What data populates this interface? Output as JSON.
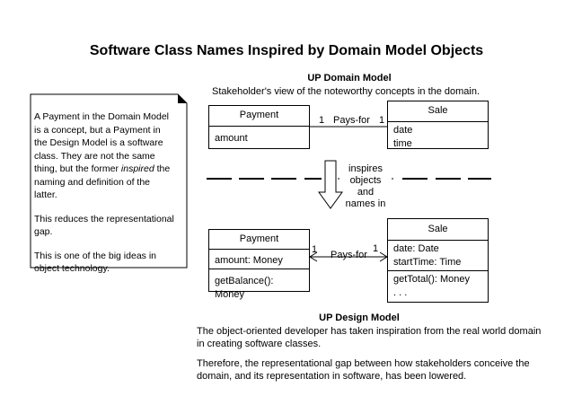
{
  "title": "Software Class Names Inspired by Domain Model Objects",
  "domain_model": {
    "heading": "UP Domain Model",
    "subtitle": "Stakeholder's view of the noteworthy concepts in the domain.",
    "payment": {
      "name": "Payment",
      "attributes": [
        "amount"
      ]
    },
    "sale": {
      "name": "Sale",
      "attributes": [
        "date",
        "time"
      ]
    },
    "association": {
      "label": "Pays-for",
      "left_mult": "1",
      "right_mult": "1"
    }
  },
  "inspires_label": [
    "inspires",
    "objects",
    "and",
    "names in"
  ],
  "design_model": {
    "heading": "UP Design Model",
    "description": [
      "The object-oriented developer has taken inspiration from the real world domain",
      "in creating software classes.",
      "",
      "Therefore, the representational gap between how stakeholders conceive the",
      "domain, and its representation in software, has been lowered."
    ],
    "payment": {
      "name": "Payment",
      "attributes": [
        "amount: Money"
      ],
      "operations": [
        "getBalance(): Money"
      ]
    },
    "sale": {
      "name": "Sale",
      "attributes": [
        "date: Date",
        "startTime: Time"
      ],
      "operations": [
        "getTotal(): Money",
        ". . ."
      ]
    },
    "association": {
      "label": "Pays-for",
      "left_mult": "1",
      "right_mult": "1"
    }
  },
  "note": {
    "paragraph1_lines": [
      "A Payment in the Domain Model",
      "is a concept, but a Payment in",
      "the Design Model is a software",
      "class. They are not the same"
    ],
    "paragraph1_pre": "thing, but the former ",
    "paragraph1_em": "inspired",
    "paragraph1_post": " the",
    "paragraph1_tail_lines": [
      "naming and definition of the",
      "latter."
    ],
    "paragraph2": "This reduces the representational gap.",
    "paragraph3": "This is one of the big ideas in object technology."
  }
}
